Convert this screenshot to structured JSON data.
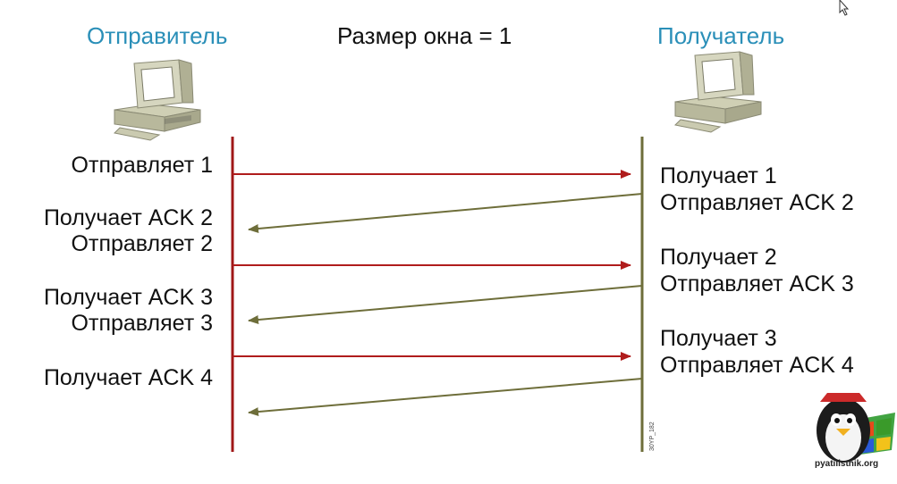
{
  "header": {
    "sender_title": "Отправитель",
    "window_size": "Размер окна = 1",
    "receiver_title": "Получатель"
  },
  "sender_events": [
    "Отправляет 1",
    "Получает ACK 2",
    "Отправляет 2",
    "Получает ACK 3",
    "Отправляет 3",
    "Получает ACK 4"
  ],
  "receiver_events": [
    "Получает 1",
    "Отправляет ACK 2",
    "Получает 2",
    "Отправляет ACK 3",
    "Получает 3",
    "Отправляет ACK 4"
  ],
  "figure_id": "30YP_182",
  "watermark": "pyatilistnik.org",
  "colors": {
    "heading": "#2a8fb8",
    "lifeline": "#a01818",
    "data_arrow": "#b01c1c",
    "ack_arrow": "#6e6e3a"
  },
  "icons": [
    "computer-icon",
    "penguin-logo-icon",
    "cursor-icon"
  ]
}
